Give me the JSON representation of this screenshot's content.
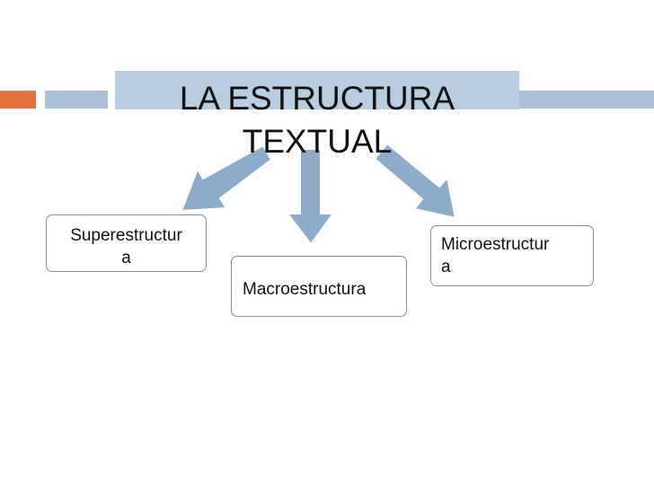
{
  "title": {
    "line1": "LA ESTRUCTURA",
    "line2": "TEXTUAL"
  },
  "nodes": {
    "super": {
      "line1": "Superestructur",
      "line2": "a"
    },
    "macro": {
      "line1": "Macroestructura"
    },
    "micro": {
      "line1": "Microestructur",
      "line2": "a"
    }
  },
  "colors": {
    "accent_orange": "#e0723f",
    "title_fill": "#b9cde1",
    "arrow_fill": "#8eacc9",
    "arrow_stroke": "#ffffff"
  }
}
